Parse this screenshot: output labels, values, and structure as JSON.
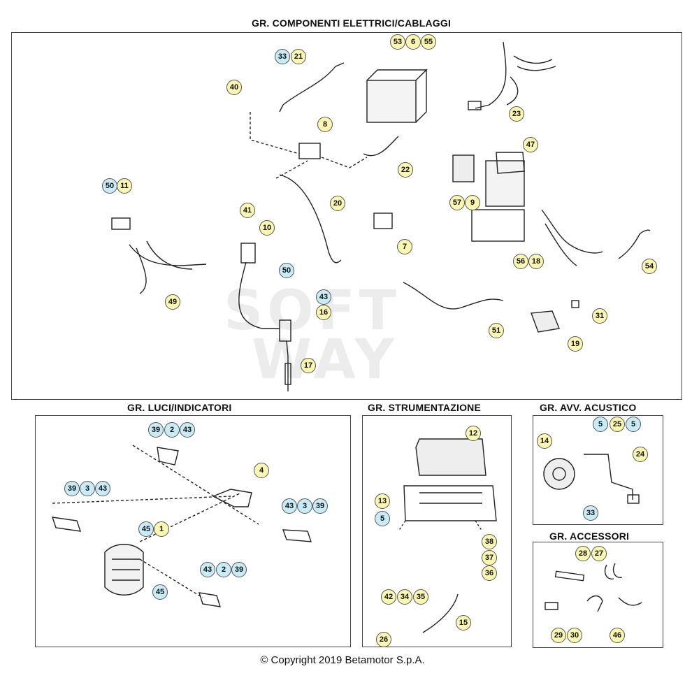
{
  "groups": [
    {
      "title": "GR. COMPONENTI ELETTRICI/CABLAGGI"
    },
    {
      "title": "GR. LUCI/INDICATORI"
    },
    {
      "title": "GR. STRUMENTAZIONE"
    },
    {
      "title": "GR. AVV. ACUSTICO"
    },
    {
      "title": "GR. ACCESSORI"
    }
  ],
  "watermark": {
    "line1": "SOFT",
    "line2": "WAY"
  },
  "copyright": "© Copyright 2019 Betamotor S.p.A.",
  "colors": {
    "callout_yellow": "#fbf7b0",
    "callout_blue": "#c8ecf7",
    "border": "#444444"
  },
  "callouts": [
    {
      "label": "33",
      "style": "b"
    },
    {
      "label": "21",
      "style": "y"
    },
    {
      "label": "53",
      "style": "y"
    },
    {
      "label": "6",
      "style": "y"
    },
    {
      "label": "55",
      "style": "y"
    },
    {
      "label": "40",
      "style": "y"
    },
    {
      "label": "23",
      "style": "y"
    },
    {
      "label": "8",
      "style": "y"
    },
    {
      "label": "47",
      "style": "y"
    },
    {
      "label": "22",
      "style": "y"
    },
    {
      "label": "50",
      "style": "b"
    },
    {
      "label": "11",
      "style": "y"
    },
    {
      "label": "20",
      "style": "y"
    },
    {
      "label": "41",
      "style": "y"
    },
    {
      "label": "57",
      "style": "y"
    },
    {
      "label": "9",
      "style": "y"
    },
    {
      "label": "10",
      "style": "y"
    },
    {
      "label": "7",
      "style": "y"
    },
    {
      "label": "56",
      "style": "y"
    },
    {
      "label": "18",
      "style": "y"
    },
    {
      "label": "54",
      "style": "y"
    },
    {
      "label": "50",
      "style": "b"
    },
    {
      "label": "49",
      "style": "y"
    },
    {
      "label": "43",
      "style": "b"
    },
    {
      "label": "16",
      "style": "y"
    },
    {
      "label": "31",
      "style": "y"
    },
    {
      "label": "51",
      "style": "y"
    },
    {
      "label": "19",
      "style": "y"
    },
    {
      "label": "17",
      "style": "y"
    },
    {
      "label": "39",
      "style": "b"
    },
    {
      "label": "2",
      "style": "b"
    },
    {
      "label": "43",
      "style": "b"
    },
    {
      "label": "4",
      "style": "y"
    },
    {
      "label": "39",
      "style": "b"
    },
    {
      "label": "3",
      "style": "b"
    },
    {
      "label": "43",
      "style": "b"
    },
    {
      "label": "43",
      "style": "b"
    },
    {
      "label": "3",
      "style": "b"
    },
    {
      "label": "39",
      "style": "b"
    },
    {
      "label": "45",
      "style": "b"
    },
    {
      "label": "1",
      "style": "y"
    },
    {
      "label": "43",
      "style": "b"
    },
    {
      "label": "2",
      "style": "b"
    },
    {
      "label": "39",
      "style": "b"
    },
    {
      "label": "45",
      "style": "b"
    },
    {
      "label": "12",
      "style": "y"
    },
    {
      "label": "13",
      "style": "y"
    },
    {
      "label": "5",
      "style": "b"
    },
    {
      "label": "38",
      "style": "y"
    },
    {
      "label": "37",
      "style": "y"
    },
    {
      "label": "36",
      "style": "y"
    },
    {
      "label": "42",
      "style": "y"
    },
    {
      "label": "34",
      "style": "y"
    },
    {
      "label": "35",
      "style": "y"
    },
    {
      "label": "15",
      "style": "y"
    },
    {
      "label": "26",
      "style": "y"
    },
    {
      "label": "5",
      "style": "b"
    },
    {
      "label": "25",
      "style": "y"
    },
    {
      "label": "5",
      "style": "b"
    },
    {
      "label": "14",
      "style": "y"
    },
    {
      "label": "24",
      "style": "y"
    },
    {
      "label": "33",
      "style": "b"
    },
    {
      "label": "28",
      "style": "y"
    },
    {
      "label": "27",
      "style": "y"
    },
    {
      "label": "29",
      "style": "y"
    },
    {
      "label": "30",
      "style": "y"
    },
    {
      "label": "46",
      "style": "y"
    }
  ]
}
